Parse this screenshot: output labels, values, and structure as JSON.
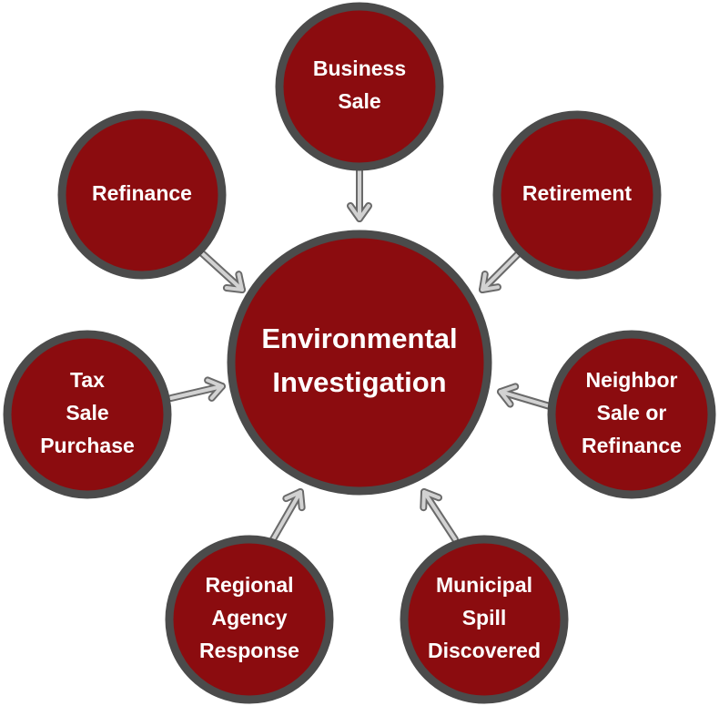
{
  "diagram": {
    "center": {
      "lines": [
        "Environmental",
        "Investigation"
      ]
    },
    "nodes": [
      {
        "id": "business-sale",
        "lines": [
          "Business",
          "Sale"
        ]
      },
      {
        "id": "refinance",
        "lines": [
          "Refinance"
        ]
      },
      {
        "id": "retirement",
        "lines": [
          "Retirement"
        ]
      },
      {
        "id": "tax-sale-purchase",
        "lines": [
          "Tax",
          "Sale",
          "Purchase"
        ]
      },
      {
        "id": "neighbor-sale-or-refinance",
        "lines": [
          "Neighbor",
          "Sale or",
          "Refinance"
        ]
      },
      {
        "id": "regional-agency-response",
        "lines": [
          "Regional",
          "Agency",
          "Response"
        ]
      },
      {
        "id": "municipal-spill-discovered",
        "lines": [
          "Municipal",
          "Spill",
          "Discovered"
        ]
      }
    ],
    "colors": {
      "node_fill": "#8b0c0f",
      "node_border": "#4b4b4b",
      "arrow": "#d2d2d2",
      "arrow_outline": "#6a6a6a",
      "text": "#ffffff"
    }
  }
}
